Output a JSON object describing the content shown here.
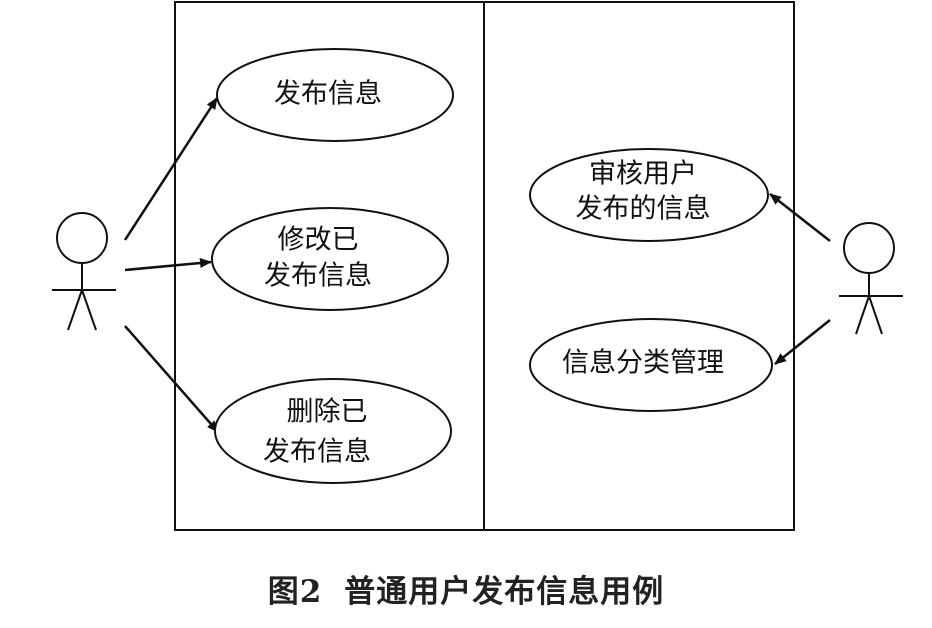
{
  "use_cases_left": [
    {
      "id": "publish",
      "lines": [
        "发布信息"
      ]
    },
    {
      "id": "modify",
      "lines": [
        "修改已",
        "发布信息"
      ]
    },
    {
      "id": "delete",
      "lines": [
        "删除已",
        "发布信息"
      ]
    }
  ],
  "use_cases_right": [
    {
      "id": "review",
      "lines": [
        "审核用户",
        "发布的信息"
      ]
    },
    {
      "id": "category",
      "lines": [
        "信息分类管理"
      ]
    }
  ],
  "caption": {
    "figure_number": "图2",
    "title": "普通用户发布信息用例"
  }
}
